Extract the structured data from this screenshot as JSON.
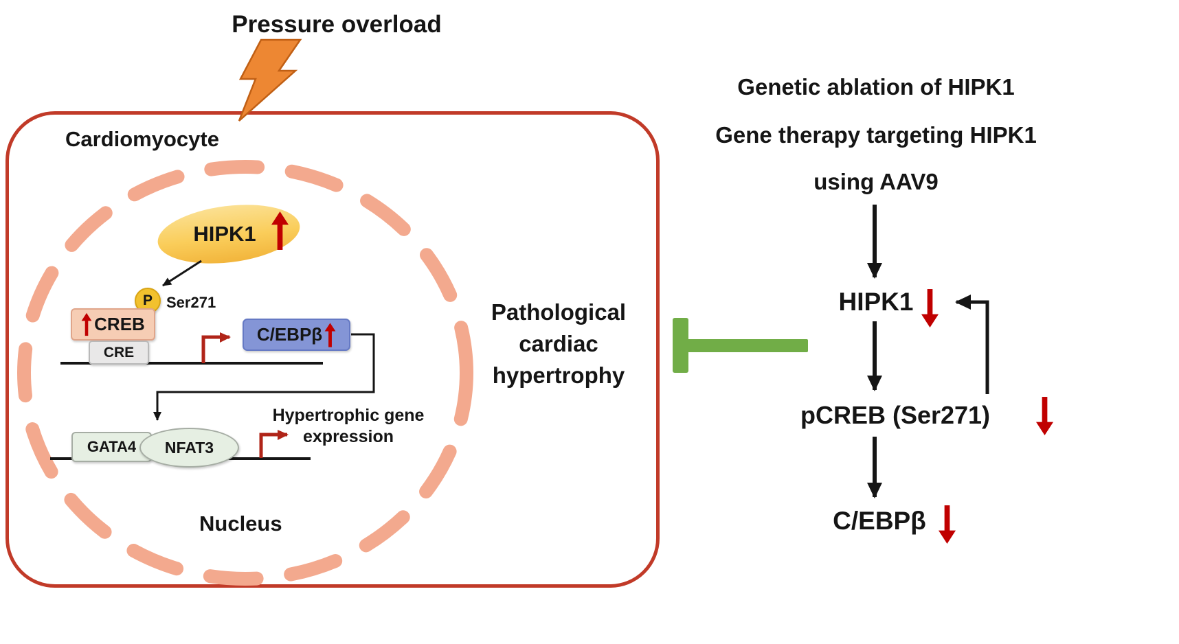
{
  "figure": {
    "title": "Pressure overload",
    "cell": {
      "label": "Cardiomyocyte",
      "nucleus_label": "Nucleus",
      "hipk1": "HIPK1",
      "phospho_p": "P",
      "ser271": "Ser271",
      "creb": "CREB",
      "cre": "CRE",
      "cebpb": "C/EBPβ",
      "gata4": "GATA4",
      "nfat3": "NFAT3",
      "hypertrophic_gene": "Hypertrophic gene\nexpression"
    },
    "outcome": "Pathological\ncardiac\nhypertrophy",
    "right_panel": {
      "heading1": "Genetic ablation of HIPK1",
      "heading2": "Gene therapy targeting HIPK1",
      "heading3": "using AAV9",
      "node_hipk1": "HIPK1",
      "node_pcreb": "pCREB (Ser271)",
      "node_cebpb": "C/EBPβ"
    },
    "colors": {
      "cell_border": "#C13A28",
      "nucleus_dash": "#F3A98E",
      "hipk1_fill": "#FACD5A",
      "phospho_fill": "#F2C12E",
      "creb_fill": "#F6CDB4",
      "cre_fill": "#E9E8E8",
      "cebpb_fill": "#8495D6",
      "gata_nfat_fill": "#E6EFE3",
      "red_arrow": "#C00000",
      "bent_arrow_red": "#B02418",
      "inhibitor_green": "#71AD47",
      "lightning_orange": "#ED8733"
    }
  }
}
